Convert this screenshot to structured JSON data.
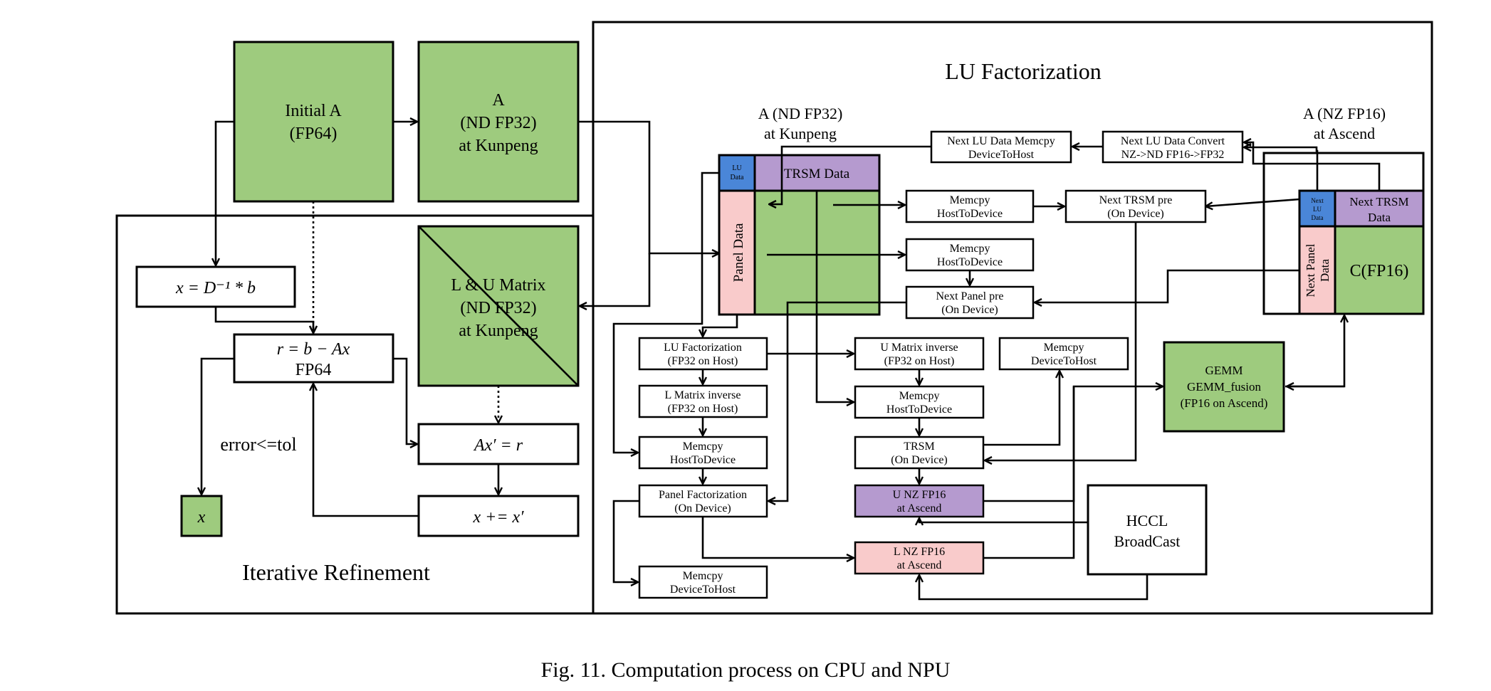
{
  "figure": {
    "caption": "Fig. 11.  Computation process on CPU and NPU",
    "colors": {
      "green": "#9ECB7E",
      "purple": "#B59ACF",
      "pink": "#F9CBCB",
      "blue": "#4A86D8",
      "stroke": "#000000"
    }
  },
  "iterative": {
    "section_title": "Iterative Refinement",
    "initial_a": [
      "Initial A",
      "(FP64)"
    ],
    "a_kunpeng": [
      "A",
      "(ND FP32)",
      "at Kunpeng"
    ],
    "lu_matrix": [
      "L & U Matrix",
      "(ND FP32)",
      "at Kunpeng"
    ],
    "x_init": "x = D⁻¹ * b",
    "residual": [
      "r = b − Ax",
      "FP64"
    ],
    "solve": "Ax′ = r",
    "update": "x += x′",
    "result": "x",
    "converge_label": "error<=tol"
  },
  "lu": {
    "section_title": "LU Factorization",
    "a_nd_label": [
      "A (ND FP32)",
      "at Kunpeng"
    ],
    "a_nz_label": [
      "A (NZ FP16)",
      "at Ascend"
    ],
    "host_matrix": {
      "lu_data": [
        "LU",
        "Data"
      ],
      "trsm_data": "TRSM Data",
      "panel_data": "Panel Data"
    },
    "device_matrix": {
      "next_lu_data": [
        "Next",
        "LU",
        "Data"
      ],
      "next_trsm_data": [
        "Next TRSM",
        "Data"
      ],
      "next_panel_data": [
        "Next Panel",
        "Data"
      ],
      "c": "C(FP16)"
    },
    "next_lu_memcpy": [
      "Next LU Data Memcpy",
      "DeviceToHost"
    ],
    "next_lu_convert": [
      "Next LU Data Convert",
      "NZ->ND    FP16->FP32"
    ],
    "memcpy_h2d_1": [
      "Memcpy",
      "HostToDevice"
    ],
    "next_trsm_pre": [
      "Next TRSM pre",
      "(On Device)"
    ],
    "memcpy_h2d_2": [
      "Memcpy",
      "HostToDevice"
    ],
    "next_panel_pre": [
      "Next Panel pre",
      "(On Device)"
    ],
    "lu_fact": [
      "LU Factorization",
      "(FP32 on Host)"
    ],
    "l_inv": [
      "L Matrix inverse",
      "(FP32 on Host)"
    ],
    "memcpy_h2d_3": [
      "Memcpy",
      "HostToDevice"
    ],
    "panel_fact": [
      "Panel Factorization",
      "(On Device)"
    ],
    "memcpy_d2h_1": [
      "Memcpy",
      "DeviceToHost"
    ],
    "u_inv": [
      "U Matrix inverse",
      "(FP32 on Host)"
    ],
    "memcpy_h2d_4": [
      "Memcpy",
      "HostToDevice"
    ],
    "trsm": [
      "TRSM",
      "(On Device)"
    ],
    "u_nz": [
      "U NZ FP16",
      "at Ascend"
    ],
    "l_nz": [
      "L NZ FP16",
      "at Ascend"
    ],
    "memcpy_d2h_2": [
      "Memcpy",
      "DeviceToHost"
    ],
    "gemm": [
      "GEMM",
      "GEMM_fusion",
      "(FP16 on Ascend)"
    ],
    "hccl": [
      "HCCL",
      "BroadCast"
    ]
  }
}
